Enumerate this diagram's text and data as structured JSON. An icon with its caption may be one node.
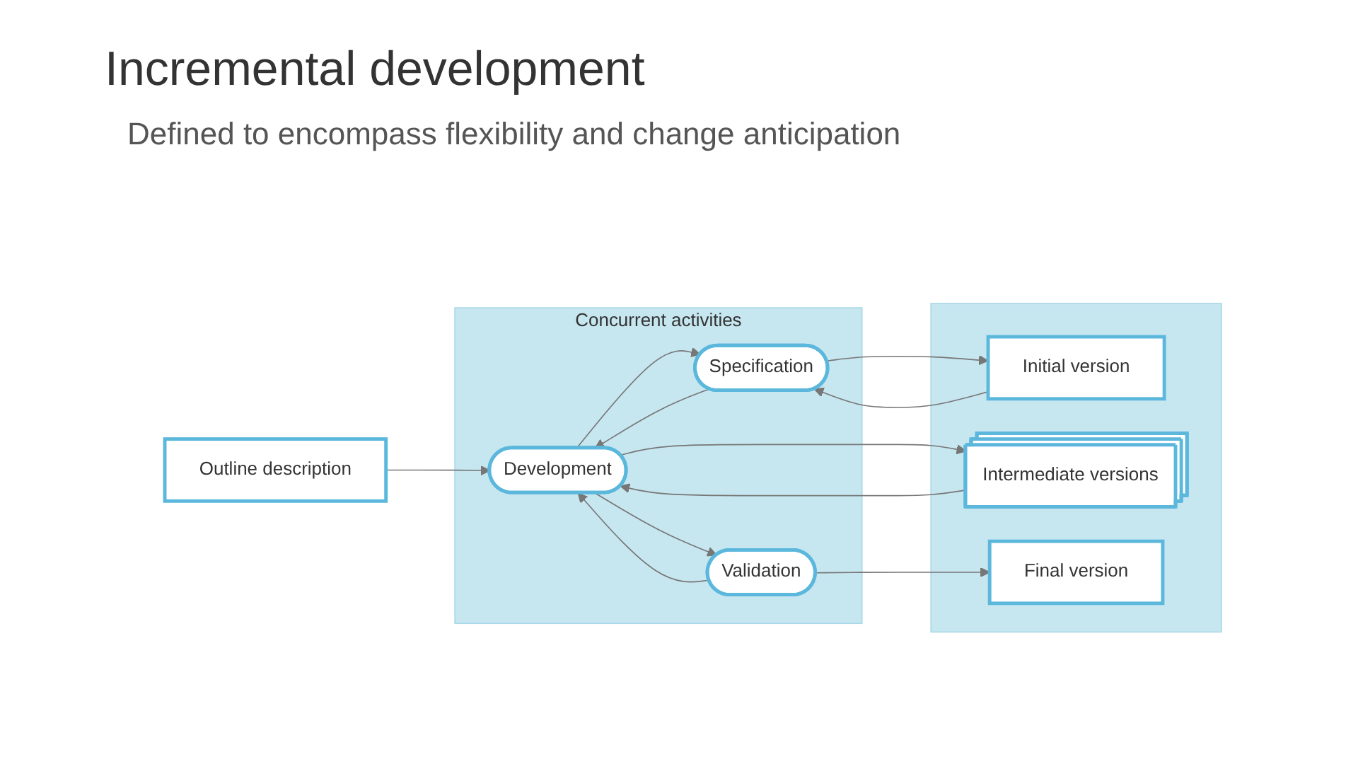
{
  "diagram": {
    "title": "Incremental development",
    "nodes": [
      {
        "text": [
          "Outline description"
        ]
      },
      {
        "text": [
          "Concurrent activities"
        ]
      },
      {
        "text": [
          "Specification"
        ],
        "in": 1
      },
      {
        "text": [
          "Development"
        ],
        "in": 1
      },
      {
        "text": [
          "Validation"
        ],
        "in": 1
      },
      {
        "text": [],
        "shape": "box"
      },
      {
        "text": [
          "Initial version"
        ],
        "in": 5
      },
      {
        "text": [
          "Intermediate versions"
        ],
        "in": 5
      },
      {
        "text": [
          "Final version"
        ],
        "in": 5
      }
    ],
    "edges": [
      {
        "from": 0,
        "to": 3,
        "arrow": "to"
      },
      {
        "from": 3,
        "to": 2,
        "arrow": "to"
      },
      {
        "from": 2,
        "to": 3,
        "arrow": "to"
      },
      {
        "from": 4,
        "to": 3,
        "arrow": "to"
      },
      {
        "from": 3,
        "to": 4,
        "arrow": "to"
      },
      {
        "from": 2,
        "to": 6,
        "arrow": "to"
      },
      {
        "from": 6,
        "to": 2,
        "arrow": "to"
      },
      {
        "from": 3,
        "to": 7,
        "arrow": "to"
      },
      {
        "from": 7,
        "to": 3,
        "arrow": "to"
      },
      {
        "from": 4,
        "to": 8,
        "arrow": "to"
      }
    ],
    "labels": [
      "Defined to encompass flexibility and change anticipation"
    ]
  }
}
